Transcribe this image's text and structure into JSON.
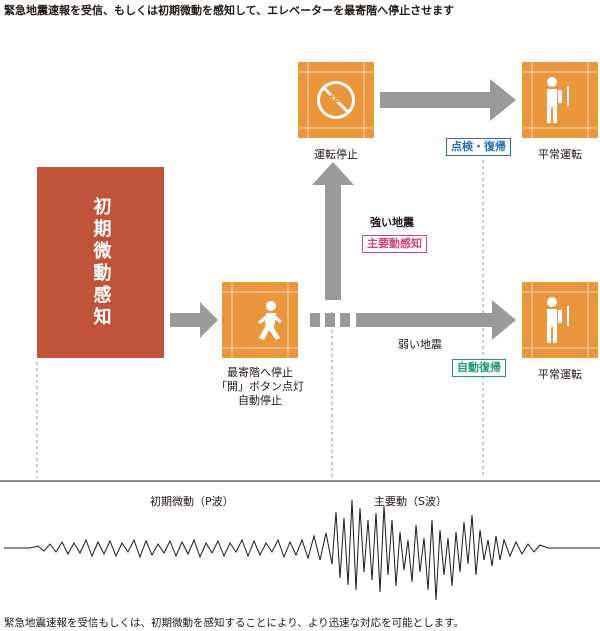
{
  "header": {
    "caption": "緊急地震速報を受信、もしくは初期微動を感知して、エレベーターを最寄階へ停止させます"
  },
  "detection": {
    "label": "初期微動感知"
  },
  "steps": {
    "nearest_floor": {
      "line1": "最寄階へ停止",
      "line2": "「開」ボタン点灯",
      "line3": "自動停止"
    },
    "operation_stop": {
      "label": "運転停止",
      "sign_text": "stop"
    },
    "normal_top": {
      "label": "平常運転"
    },
    "normal_bottom": {
      "label": "平常運転"
    }
  },
  "branches": {
    "strong": {
      "label": "強い地震",
      "badge": "主要動感知"
    },
    "weak": {
      "label": "弱い地震"
    }
  },
  "badges": {
    "inspection": "点検・復帰",
    "auto_recovery": "自動復帰"
  },
  "waves": {
    "p_wave": "初期微動（P波）",
    "s_wave": "主要動（S波）"
  },
  "footer": {
    "caption": "緊急地震速報を受信もしくは、初期微動を感知することにより、より迅速な対応を可能とします。"
  },
  "colors": {
    "elevator_orange": "#e9963c",
    "detection_red": "#c0533a",
    "arrow_gray": "#9a9a9a",
    "pink": "#d6457a",
    "blue": "#2a6fb6",
    "green": "#1d9b6c"
  }
}
